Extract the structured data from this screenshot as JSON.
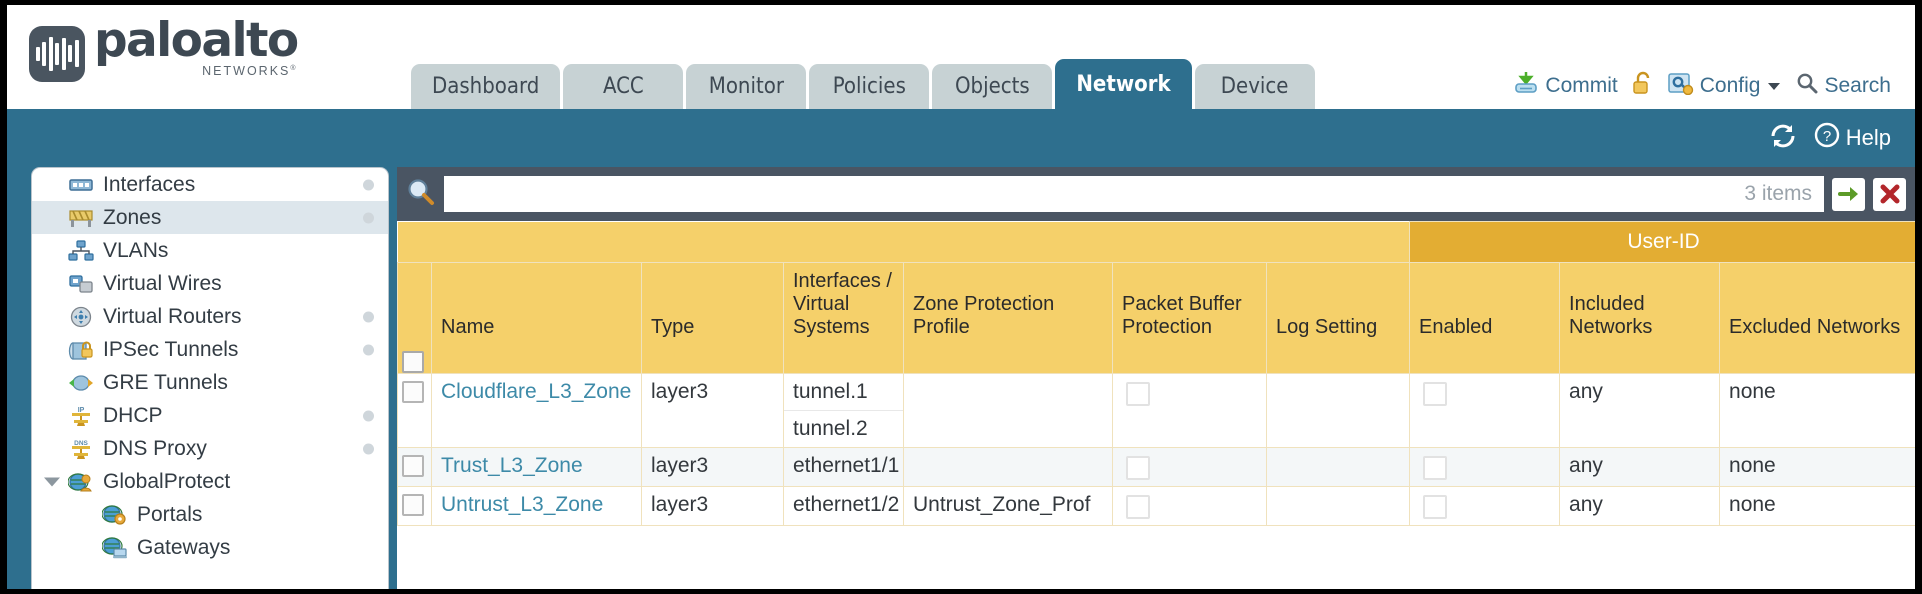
{
  "brand": {
    "name": "paloalto",
    "sub": "NETWORKS",
    "reg": "®"
  },
  "tabs": [
    {
      "label": "Dashboard",
      "active": false
    },
    {
      "label": "ACC",
      "active": false
    },
    {
      "label": "Monitor",
      "active": false
    },
    {
      "label": "Policies",
      "active": false
    },
    {
      "label": "Objects",
      "active": false
    },
    {
      "label": "Network",
      "active": true
    },
    {
      "label": "Device",
      "active": false
    }
  ],
  "header_actions": {
    "commit": "Commit",
    "config": "Config",
    "search": "Search",
    "lock_icon": "unlock-icon",
    "commit_icon": "commit-icon",
    "config_icon": "config-icon",
    "search_icon": "search-icon",
    "caret_icon": "chevron-down-icon"
  },
  "band": {
    "help": "Help",
    "refresh_icon": "refresh-icon",
    "help_icon": "help-icon"
  },
  "sidebar": {
    "items": [
      {
        "label": "Interfaces",
        "icon": "interfaces-icon",
        "selected": false,
        "dot": true,
        "child": false,
        "expander": false
      },
      {
        "label": "Zones",
        "icon": "zones-icon",
        "selected": true,
        "dot": true,
        "child": false,
        "expander": false
      },
      {
        "label": "VLANs",
        "icon": "vlans-icon",
        "selected": false,
        "dot": false,
        "child": false,
        "expander": false
      },
      {
        "label": "Virtual Wires",
        "icon": "virtual-wires-icon",
        "selected": false,
        "dot": false,
        "child": false,
        "expander": false
      },
      {
        "label": "Virtual Routers",
        "icon": "virtual-routers-icon",
        "selected": false,
        "dot": true,
        "child": false,
        "expander": false
      },
      {
        "label": "IPSec Tunnels",
        "icon": "ipsec-tunnels-icon",
        "selected": false,
        "dot": true,
        "child": false,
        "expander": false
      },
      {
        "label": "GRE Tunnels",
        "icon": "gre-tunnels-icon",
        "selected": false,
        "dot": false,
        "child": false,
        "expander": false
      },
      {
        "label": "DHCP",
        "icon": "dhcp-icon",
        "selected": false,
        "dot": true,
        "child": false,
        "expander": false
      },
      {
        "label": "DNS Proxy",
        "icon": "dns-proxy-icon",
        "selected": false,
        "dot": true,
        "child": false,
        "expander": false
      },
      {
        "label": "GlobalProtect",
        "icon": "globalprotect-icon",
        "selected": false,
        "dot": false,
        "child": false,
        "expander": true
      },
      {
        "label": "Portals",
        "icon": "portals-icon",
        "selected": false,
        "dot": false,
        "child": true,
        "expander": false
      },
      {
        "label": "Gateways",
        "icon": "gateways-icon",
        "selected": false,
        "dot": false,
        "child": true,
        "expander": false
      }
    ]
  },
  "toolbar": {
    "search_placeholder": "",
    "search_value": "",
    "items_count": "3 items",
    "search_icon": "search-icon",
    "apply_icon": "arrow-right-icon",
    "clear_icon": "close-icon"
  },
  "table": {
    "group_header": "User-ID",
    "columns": [
      "Name",
      "Type",
      "Interfaces / Virtual Systems",
      "Zone Protection Profile",
      "Packet Buffer Protection",
      "Log Setting",
      "Enabled",
      "Included Networks",
      "Excluded Networks"
    ],
    "rows": [
      {
        "name": "Cloudflare_L3_Zone",
        "type": "layer3",
        "interfaces": [
          "tunnel.1",
          "tunnel.2"
        ],
        "zone_protection_profile": "",
        "packet_buffer_protection": false,
        "log_setting": "",
        "userid_enabled": false,
        "included_networks": "any",
        "excluded_networks": "none"
      },
      {
        "name": "Trust_L3_Zone",
        "type": "layer3",
        "interfaces": [
          "ethernet1/1"
        ],
        "zone_protection_profile": "",
        "packet_buffer_protection": false,
        "log_setting": "",
        "userid_enabled": false,
        "included_networks": "any",
        "excluded_networks": "none"
      },
      {
        "name": "Untrust_L3_Zone",
        "type": "layer3",
        "interfaces": [
          "ethernet1/2"
        ],
        "zone_protection_profile": "Untrust_Zone_Prof",
        "packet_buffer_protection": false,
        "log_setting": "",
        "userid_enabled": false,
        "included_networks": "any",
        "excluded_networks": "none"
      }
    ]
  },
  "colors": {
    "tab_active": "#2e6f8e",
    "tab_inactive": "#c7d2d4",
    "band": "#2e6f8e",
    "table_header": "#f5d06a",
    "group_header": "#e3ad33",
    "toolbar": "#4a5563",
    "link": "#3d8aa8"
  }
}
